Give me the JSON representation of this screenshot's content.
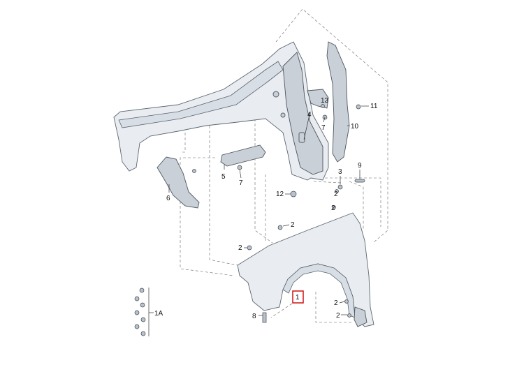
{
  "diagram": {
    "callouts": {
      "c1": "1",
      "c1a": "1A",
      "c2a": "2",
      "c2b": "2",
      "c2c": "2",
      "c2d": "2",
      "c2e": "2",
      "c2f": "2",
      "c3": "3",
      "c4": "4",
      "c5": "5",
      "c6": "6",
      "c7a": "7",
      "c7b": "7",
      "c8": "8",
      "c9": "9",
      "c10": "10",
      "c11": "11",
      "c12": "12",
      "c13": "13"
    },
    "highlight_color": "#d21f1f"
  }
}
